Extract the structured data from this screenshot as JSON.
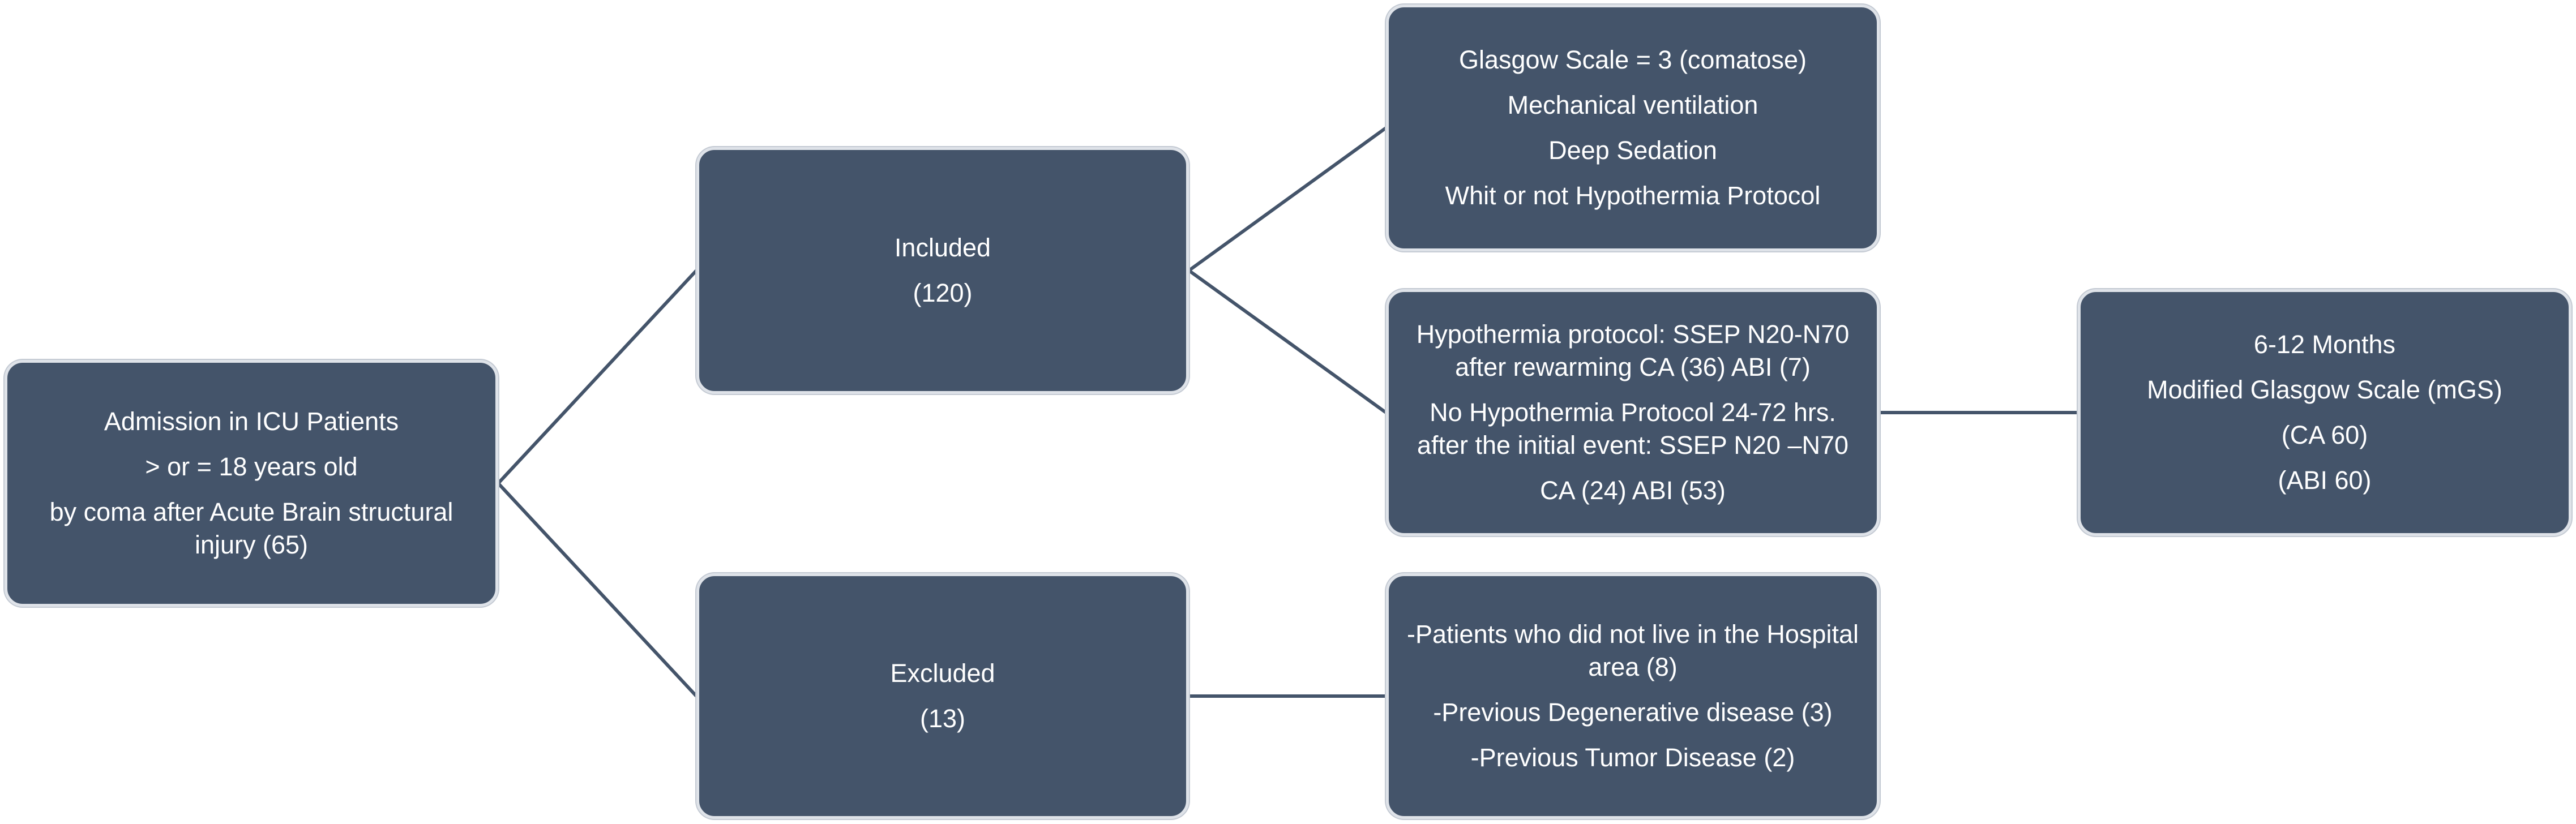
{
  "diagram": {
    "admission": {
      "line1": "Admission in ICU Patients",
      "line2": "> or = 18 years old",
      "line3": "by coma after Acute Brain structural injury (65)"
    },
    "included": {
      "label": "Included",
      "count": "(120)"
    },
    "excluded": {
      "label": "Excluded",
      "count": "(13)"
    },
    "criteria": {
      "line1": "Glasgow Scale = 3 (comatose)",
      "line2": "Mechanical ventilation",
      "line3": "Deep Sedation",
      "line4": "Whit or not Hypothermia Protocol"
    },
    "protocol": {
      "line1": "Hypothermia protocol: SSEP N20-N70 after rewarming CA (36) ABI (7)",
      "line2": "No Hypothermia Protocol 24-72 hrs. after the initial event: SSEP N20 –N70",
      "line3": "CA (24) ABI (53)"
    },
    "exclusion_reasons": {
      "line1": "-Patients who did not live in the Hospital area (8)",
      "line2": "-Previous Degenerative disease (3)",
      "line3": "-Previous Tumor Disease (2)"
    },
    "followup": {
      "line1": "6-12 Months",
      "line2": "Modified Glasgow Scale (mGS)",
      "line3": "(CA 60)",
      "line4": "(ABI 60)"
    }
  },
  "colors": {
    "box_fill": "#44546a",
    "box_border": "#dfe3e9",
    "connector": "#44546a",
    "text": "#ffffff"
  }
}
